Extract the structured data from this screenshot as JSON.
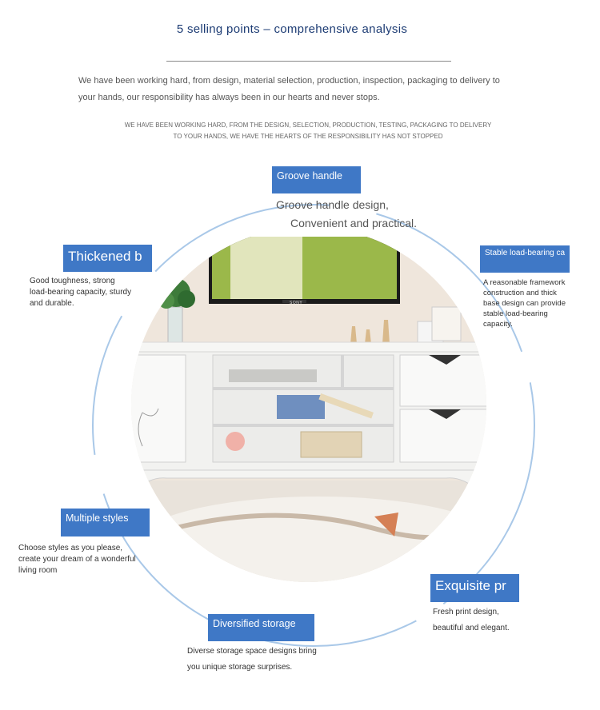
{
  "header": {
    "title": "5 selling points – comprehensive analysis",
    "intro": "We have been working hard, from design, material selection, production, inspection, packaging to delivery to your hands, our responsibility has always been in our hearts and never stops.",
    "caps_line1": "WE HAVE BEEN WORKING HARD, FROM THE DESIGN, SELECTION, PRODUCTION, TESTING, PACKAGING TO DELIVERY",
    "caps_line2": "TO YOUR HANDS, WE HAVE THE HEARTS OF THE RESPONSIBILITY HAS NOT STOPPED"
  },
  "features": {
    "groove": {
      "label": "Groove handle",
      "line1": "Groove handle design,",
      "line2": "Convenient and practical."
    },
    "thickened": {
      "label": "Thickened b",
      "desc": [
        "Good toughness, strong",
        "load-bearing capacity, sturdy",
        "and durable."
      ]
    },
    "stable": {
      "label": "Stable load-bearing ca",
      "desc": [
        "A reasonable framework",
        "construction and thick",
        "base design can provide",
        "stable load-bearing",
        "capacity."
      ]
    },
    "multiple": {
      "label": "Multiple styles",
      "desc": [
        "Choose styles as you please,",
        "create your dream of a wonderful",
        "living room"
      ]
    },
    "exquisite": {
      "label": "Exquisite pr",
      "desc": [
        "Fresh print design,",
        "beautiful and elegant."
      ]
    },
    "storage": {
      "label": "Diversified storage",
      "desc": [
        "Diverse storage space designs bring",
        "you unique storage surprises."
      ]
    }
  },
  "product": {
    "tv_brand": "SONY"
  },
  "colors": {
    "label_bg": "#3f78c6",
    "title": "#1d3c74",
    "arc": "#a9c8e8"
  }
}
